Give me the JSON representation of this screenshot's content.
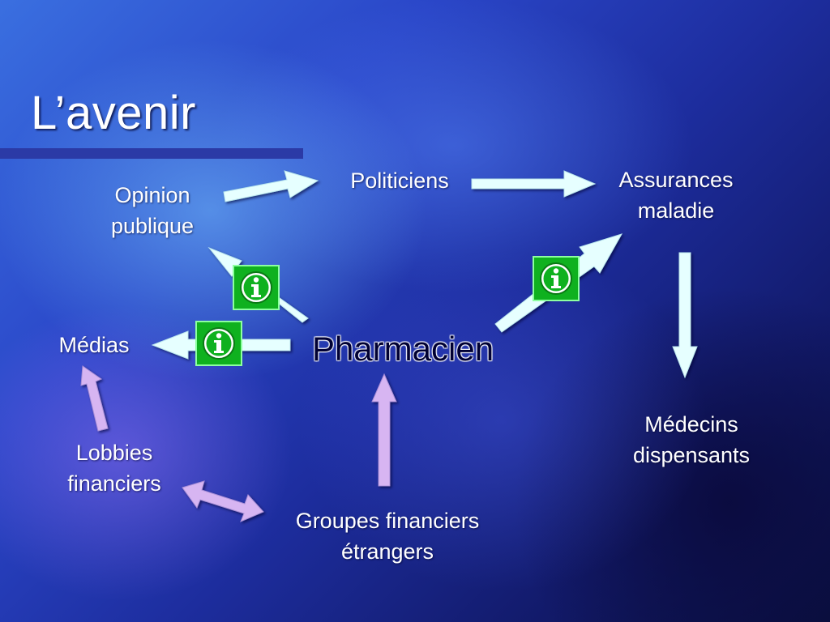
{
  "slide": {
    "title": "L’avenir"
  },
  "nodes": {
    "opinion": [
      "Opinion",
      "publique"
    ],
    "politiciens": "Politiciens",
    "assurances": [
      "Assurances",
      "maladie"
    ],
    "medias": "Médias",
    "pharmacien": "Pharmacien",
    "lobbies": [
      "Lobbies",
      "financiers"
    ],
    "groupes": [
      "Groupes financiers",
      "étrangers"
    ],
    "medecins": [
      "Médecins",
      "dispensants"
    ]
  },
  "icons": {
    "info_icon": "info-icon"
  },
  "colors": {
    "arrow_cyan": "#e6ffff",
    "arrow_violet": "#d7b5f2",
    "info_green": "#0fb11f",
    "title_rule": "#2b3aa6"
  }
}
